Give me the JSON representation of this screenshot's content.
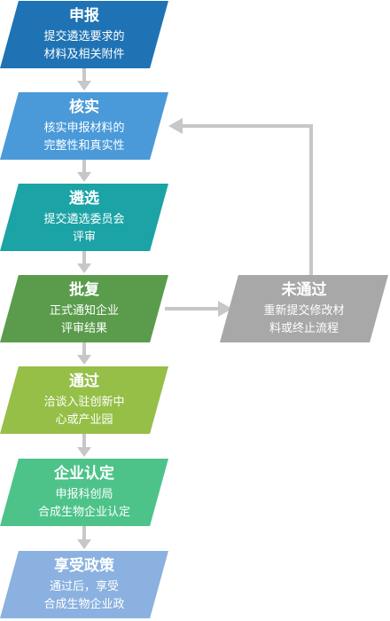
{
  "colors": {
    "shenbao": "#1f73b4",
    "heshi": "#4a9ad9",
    "linxuan": "#1ba3a6",
    "pifu": "#5a9c4c",
    "tongguo": "#96bf48",
    "qiye": "#4dc38a",
    "xiangshou": "#8ab1df",
    "weitongguo": "#a8a8a8",
    "connector": "#c7c7c7"
  },
  "steps": {
    "shenbao": {
      "title": "申报",
      "line1": "提交遴选要求的",
      "line2": "材料及相关附件"
    },
    "heshi": {
      "title": "核实",
      "line1": "核实申报材料的",
      "line2": "完整性和真实性"
    },
    "linxuan": {
      "title": "遴选",
      "line1": "提交遴选委员会",
      "line2": "评审"
    },
    "pifu": {
      "title": "批复",
      "line1": "正式通知企业",
      "line2": "评审结果"
    },
    "tongguo": {
      "title": "通过",
      "line1": "洽谈入驻创新中",
      "line2": "心或产业园"
    },
    "qiye": {
      "title": "企业认定",
      "line1": "申报科创局",
      "line2": "合成生物企业认定"
    },
    "xiangshou": {
      "title": "享受政策",
      "line1": "通过后，享受",
      "line2": "合成生物企业政"
    },
    "weitongguo": {
      "title": "未通过",
      "line1": "重新提交修改材",
      "line2": "料或终止流程"
    }
  }
}
